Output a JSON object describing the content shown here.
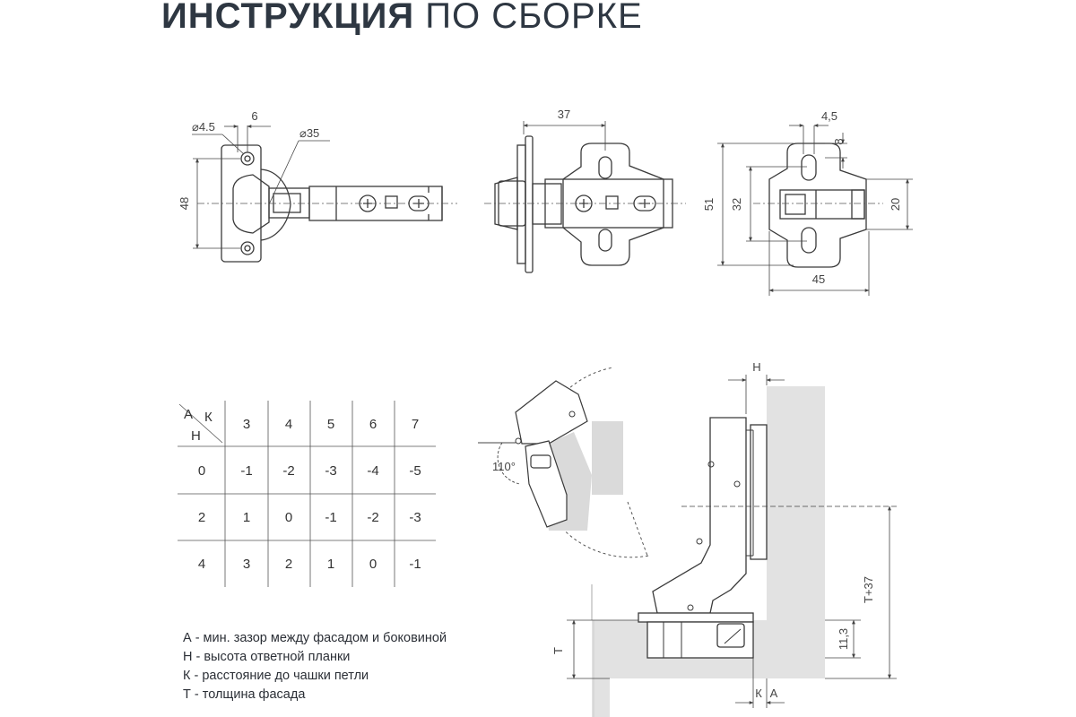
{
  "title": {
    "bold": "ИНСТРУКЦИЯ",
    "light": "ПО СБОРКЕ"
  },
  "drawing_top_left": {
    "dia_small": "4.5",
    "dia_cup": "35",
    "offset": "6",
    "height": "48"
  },
  "drawing_top_middle": {
    "depth": "37"
  },
  "drawing_top_right": {
    "width_top": "4,5",
    "small_v": "8",
    "height_outer": "51",
    "height_inner": "32",
    "height_right": "20",
    "width_bottom": "45"
  },
  "table": {
    "corner": {
      "a": "А",
      "k": "К",
      "h": "Н"
    },
    "columns": [
      "3",
      "4",
      "5",
      "6",
      "7"
    ],
    "rows": [
      {
        "h": "0",
        "values": [
          "-1",
          "-2",
          "-3",
          "-4",
          "-5"
        ]
      },
      {
        "h": "2",
        "values": [
          "1",
          "0",
          "-1",
          "-2",
          "-3"
        ]
      },
      {
        "h": "4",
        "values": [
          "3",
          "2",
          "1",
          "0",
          "-1"
        ]
      }
    ]
  },
  "side_view": {
    "h_label": "Н",
    "angle": "110°",
    "t_label": "Т",
    "t37_label": "Т+37",
    "dim_113": "11,3",
    "k_label": "К",
    "a_label": "А"
  },
  "legend": [
    "А - мин. зазор между фасадом и боковиной",
    "Н - высота ответной планки",
    "К - расстояние до чашки петли",
    "Т - толщина фасада"
  ]
}
